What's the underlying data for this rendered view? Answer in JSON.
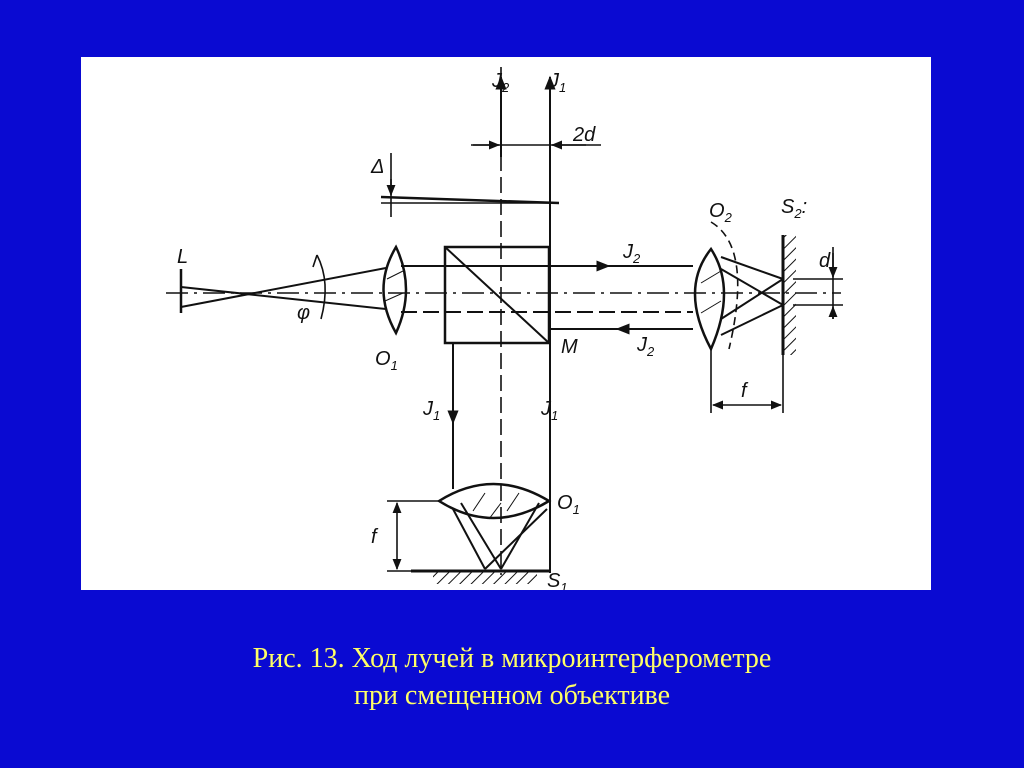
{
  "labels": {
    "j": "J",
    "sub1": "1",
    "sub2": "2",
    "two_d": "2d",
    "delta": "Δ",
    "L": "L",
    "phi": "φ",
    "o": "O",
    "M": "M",
    "s": "S",
    "s2_tail": ":",
    "d": "d",
    "f": "f"
  },
  "caption": {
    "line1": "Рис. 13. Ход лучей в микроинтерферометре",
    "line2": "при смещенном объективе"
  },
  "colors": {
    "background": "#0a0ad2",
    "panel": "#ffffff",
    "caption": "#ffff66",
    "ink": "#111111"
  }
}
